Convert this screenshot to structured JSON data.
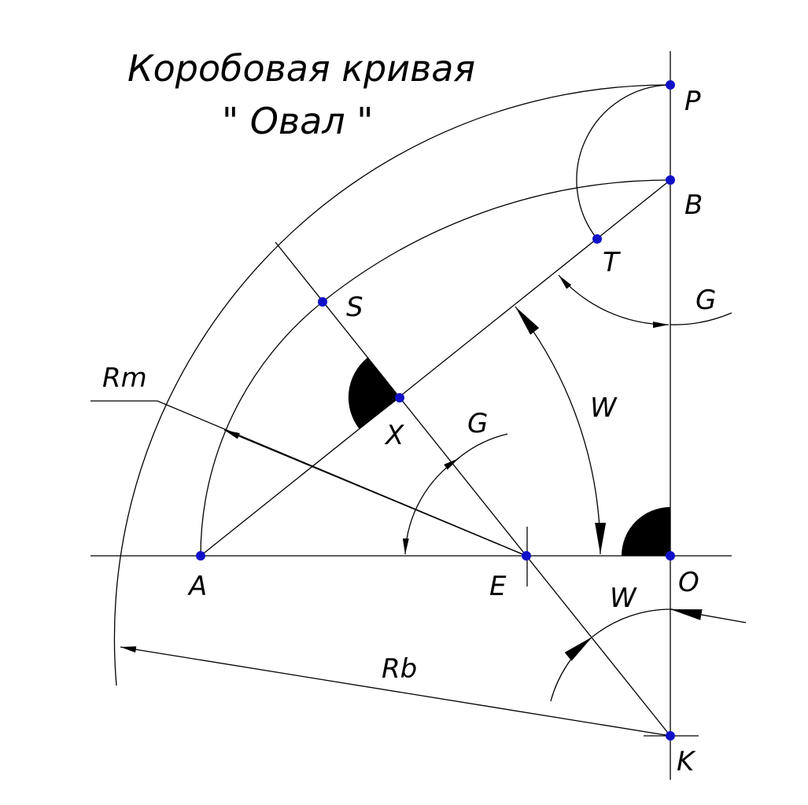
{
  "title": {
    "line1": "Коробовая кривая",
    "line2": "\" Овал \""
  },
  "points": {
    "P": "P",
    "B": "B",
    "T": "T",
    "S": "S",
    "X": "X",
    "A": "A",
    "E": "E",
    "O": "O",
    "K": "K"
  },
  "dimensions": {
    "G_top": "G",
    "G_mid": "G",
    "W_mid": "W",
    "W_low": "W",
    "Rm": "Rm",
    "Rb": "Rb"
  },
  "colors": {
    "point": "#1010c8",
    "line": "#000000"
  }
}
